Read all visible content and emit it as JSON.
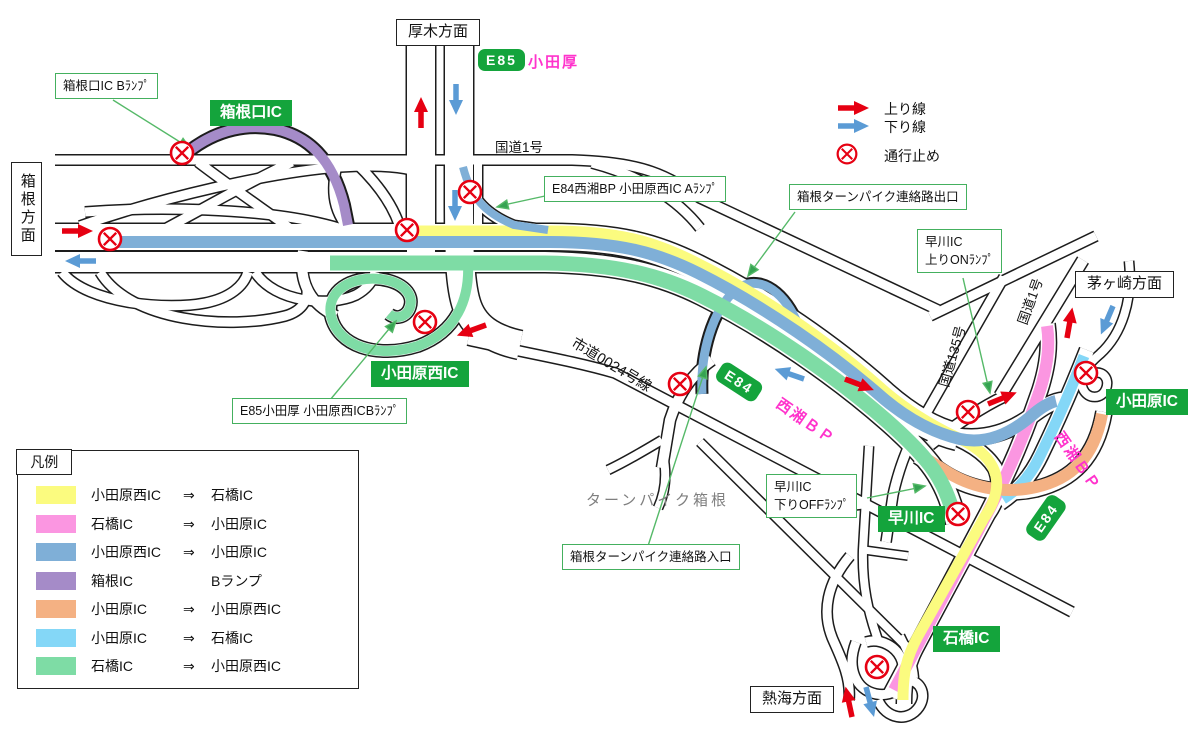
{
  "direction_boxes": {
    "atsugi": "厚木方面",
    "hakone": "箱根方面",
    "chigasaki": "茅ヶ崎方面",
    "atami": "熱海方面"
  },
  "ic_badges": {
    "hakoneguchi": "箱根口IC",
    "odawara_nishi": "小田原西IC",
    "odawara": "小田原IC",
    "hayakawa": "早川IC",
    "ishibashi": "石橋IC"
  },
  "route_badges": {
    "e85": "E85",
    "e84_mid": "E84",
    "e84_south": "E84",
    "odawara_atsugi_name": "小田厚"
  },
  "route_names": {
    "seisho_mid": "西湘ＢＰ",
    "seisho_south": "西湘ＢＰ"
  },
  "road_labels": {
    "kokudo1_top": "国道1号",
    "kokudo1_east": "国道1号",
    "kokudo135": "国道135号",
    "shido0024": "市道0024号線",
    "turnpike": "ターンパイク箱根"
  },
  "callouts": {
    "hakoneguchi_b_ramp": "箱根口IC Bﾗﾝﾌﾟ",
    "a_ramp": "E84西湘BP 小田原西IC Aﾗﾝﾌﾟ",
    "tp_exit": "箱根ターンパイク連絡路出口",
    "hayakawa_on_1": "早川IC",
    "hayakawa_on_2": "上りONﾗﾝﾌﾟ",
    "b_ramp": "E85小田厚 小田原西ICBﾗﾝﾌﾟ",
    "tp_entrance": "箱根ターンパイク連絡路入口",
    "hayakawa_off_1": "早川IC",
    "hayakawa_off_2": "下りOFFﾗﾝﾌﾟ"
  },
  "map_key": {
    "up": "上り線",
    "down": "下り線",
    "closed": "通行止め"
  },
  "colors": {
    "up_arrow": "#E60012",
    "down_arrow": "#5B9BD5",
    "closure": "#E60012",
    "badge_green": "#14A43C",
    "callout_green": "#44b05e",
    "route_name_pink": "#FF33CC"
  },
  "legend": {
    "title": "凡例",
    "rows": [
      {
        "color": "#FBFB7F",
        "from": "小田原西IC",
        "arrow": "⇒",
        "to": "石橋IC"
      },
      {
        "color": "#FB96E1",
        "from": "石橋IC",
        "arrow": "⇒",
        "to": "小田原IC"
      },
      {
        "color": "#7FAFD7",
        "from": "小田原西IC",
        "arrow": "⇒",
        "to": "小田原IC"
      },
      {
        "color": "#A58BC8",
        "from": "箱根IC",
        "arrow": "",
        "to": "Bランプ"
      },
      {
        "color": "#F4B183",
        "from": "小田原IC",
        "arrow": "⇒",
        "to": "小田原西IC"
      },
      {
        "color": "#84D7F7",
        "from": "小田原IC",
        "arrow": "⇒",
        "to": "石橋IC"
      },
      {
        "color": "#7EDCA5",
        "from": "石橋IC",
        "arrow": "⇒",
        "to": "小田原西IC"
      }
    ]
  }
}
